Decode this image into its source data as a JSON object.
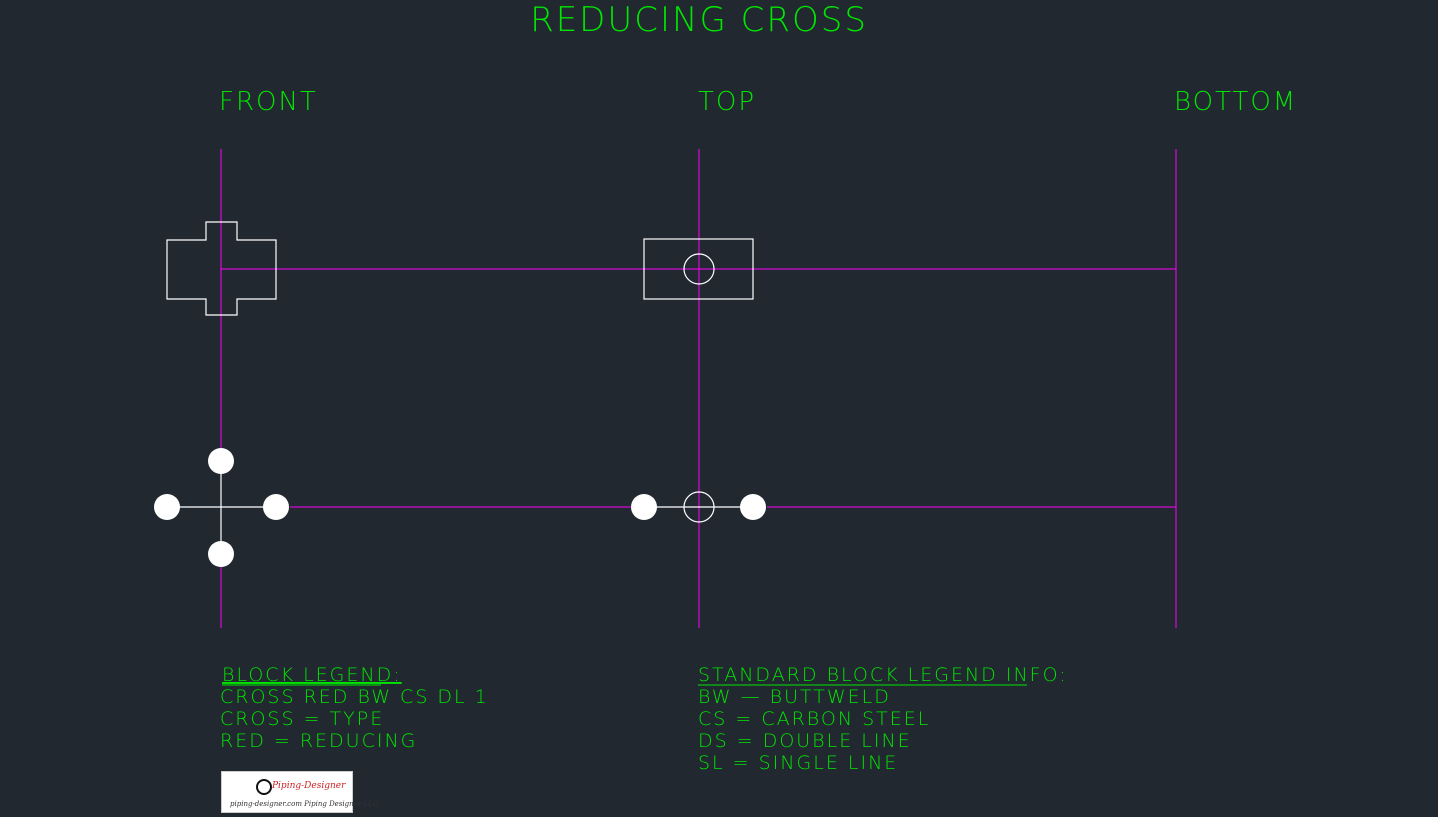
{
  "drawing": {
    "title": "REDUCING CROSS",
    "views": {
      "front": "FRONT",
      "top": "TOP",
      "bottom": "BOTTOM"
    }
  },
  "block_legend": {
    "heading": "BLOCK LEGEND:",
    "lines": [
      "CROSS RED BW CS DL 1",
      "CROSS = TYPE",
      "RED = REDUCING"
    ]
  },
  "standard_legend": {
    "heading": "STANDARD BLOCK LEGEND INFO:",
    "lines": [
      "BW — BUTTWELD",
      "CS = CARBON STEEL",
      "DS = DOUBLE LINE",
      "SL = SINGLE LINE"
    ]
  },
  "logo": {
    "brand": "Piping-Designer",
    "caption": "piping-designer.com   Piping Designer LLC"
  },
  "colors": {
    "background": "#212830",
    "text": "#00e600",
    "construction_line": "#ff00ff",
    "geometry": "#ffffff"
  },
  "icons": {
    "logo_emblem": "globe-icon"
  }
}
